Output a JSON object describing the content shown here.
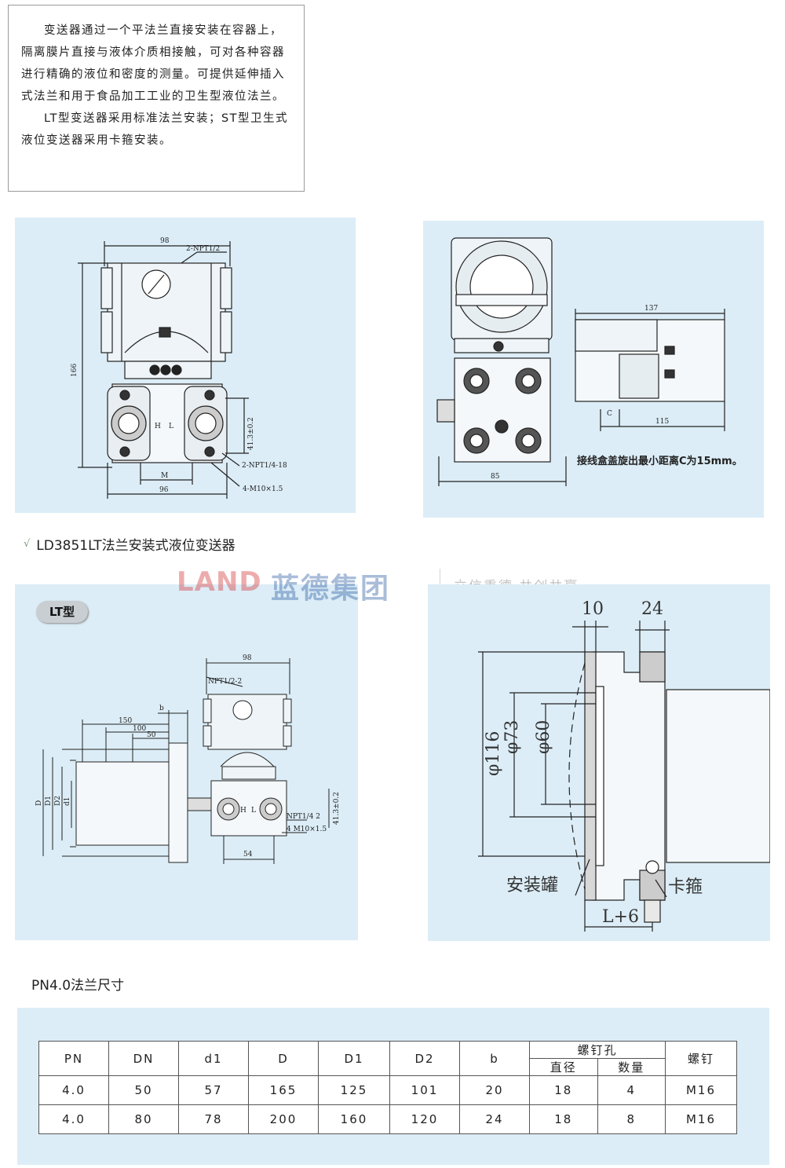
{
  "intro": {
    "paragraph1": "变送器通过一个平法兰直接安装在容器上，隔离膜片直接与液体介质相接触，可对各种容器进行精确的液位和密度的测量。可提供延伸插入式法兰和用于食品加工工业的卫生型液位法兰。",
    "paragraph2": "LT型变送器采用标准法兰安装；ST型卫生式液位变送器采用卡箍安装。"
  },
  "drawing1": {
    "dim_98": "98",
    "npt_top": "2-NPT1/2",
    "dim_166": "166",
    "label_h": "H",
    "label_l": "L",
    "dim_41": "41.3±0.2",
    "npt_side": "2-NPT1/4-18",
    "label_m": "M",
    "bolt": "4-M10×1.5",
    "dim_96": "96"
  },
  "drawing2": {
    "dim_137": "137",
    "label_c": "C",
    "dim_115": "115",
    "dim_85": "85",
    "note": "接线盒盖旋出最小距离C为15mm。"
  },
  "caption": {
    "mark": "√",
    "text": "LD3851LT法兰安装式液位变送器"
  },
  "watermark": {
    "logo": "LAND",
    "name": "蓝德集团",
    "slogan": "立信重德 共创共赢"
  },
  "lt_badge": "LT型",
  "drawing3": {
    "dim_98": "98",
    "npt_top": "NPT1/2-2",
    "dim_b": "b",
    "dim_150": "150",
    "dim_100": "100",
    "dim_50": "50",
    "label_d": "D",
    "label_d1": "D1",
    "label_d2": "D2",
    "label_d1s": "d1",
    "label_h": "H",
    "label_l": "L",
    "npt_side": "NPT1/4 2",
    "dim_41": "41.3±0.2",
    "bolt": "4 M10×1.5",
    "dim_54": "54"
  },
  "drawing4": {
    "dim_10": "10",
    "dim_24": "24",
    "phi_116": "φ116",
    "phi_73": "φ73",
    "phi_60": "φ60",
    "tank": "安装罐",
    "clamp": "卡箍",
    "dim_l6": "L+6"
  },
  "table": {
    "title": "PN4.0法兰尺寸",
    "headers": {
      "pn": "PN",
      "dn": "DN",
      "d1": "d1",
      "D": "D",
      "D1": "D1",
      "D2": "D2",
      "b": "b",
      "bolt_hole": "螺钉孔",
      "diameter": "直径",
      "quantity": "数量",
      "bolt": "螺钉"
    },
    "rows": [
      [
        "4.0",
        "50",
        "57",
        "165",
        "125",
        "101",
        "20",
        "18",
        "4",
        "M16"
      ],
      [
        "4.0",
        "80",
        "78",
        "200",
        "160",
        "120",
        "24",
        "18",
        "8",
        "M16"
      ]
    ]
  },
  "colors": {
    "panel": "#dcedf7",
    "line": "#222222"
  }
}
